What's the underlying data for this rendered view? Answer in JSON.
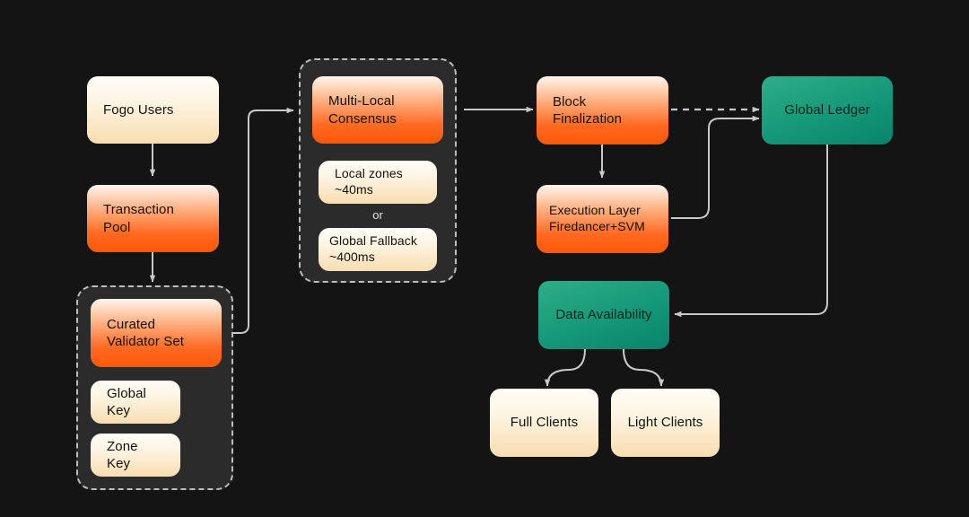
{
  "diagram": {
    "title": "Fogo architecture flow",
    "background": "#141414",
    "colors": {
      "cream": "#fdf3e0",
      "orange": "#ff5708",
      "green": "#16997a",
      "edge": "#c9c9c9",
      "group_fill": "#2b2b2b",
      "group_border": "#bdbdbd",
      "node_text": "#14100c"
    }
  },
  "nodes": {
    "fogo_users": "Fogo Users",
    "transaction_pool": "Transaction\nPool",
    "curated_validator_set": "Curated\nValidator Set",
    "global_key": "Global Key",
    "zone_key": "Zone Key",
    "multi_local_consensus": "Multi-Local\nConsensus",
    "local_zones": "Local zones\n~40ms",
    "or_separator": "or",
    "global_fallback": "Global Fallback\n~400ms",
    "block_finalization": "Block\nFinalization",
    "execution_layer": "Execution Layer\nFiredancer+SVM",
    "global_ledger": "Global Ledger",
    "data_availability": "Data Availability",
    "full_clients": "Full Clients",
    "light_clients": "Light Clients"
  },
  "groups": {
    "validator_group": "validator-set-group",
    "consensus_group": "consensus-group"
  },
  "edges": [
    {
      "name": "fogo-users-to-transaction-pool",
      "from": "Fogo Users",
      "to": "Transaction Pool",
      "style": "solid-arrow"
    },
    {
      "name": "transaction-pool-to-validator-group",
      "from": "Transaction Pool",
      "to": "Curated Validator Set",
      "style": "solid-arrow"
    },
    {
      "name": "validator-set-to-multi-local-consensus",
      "from": "Curated Validator Set",
      "to": "Multi-Local Consensus",
      "style": "solid-arrow"
    },
    {
      "name": "consensus-to-block-finalization",
      "from": "Multi-Local Consensus",
      "to": "Block Finalization",
      "style": "solid-arrow"
    },
    {
      "name": "block-finalization-to-global-ledger",
      "from": "Block Finalization",
      "to": "Global Ledger",
      "style": "dashed-arrow"
    },
    {
      "name": "block-finalization-to-execution-layer",
      "from": "Block Finalization",
      "to": "Execution Layer Firedancer+SVM",
      "style": "solid-arrow"
    },
    {
      "name": "execution-layer-to-global-ledger",
      "from": "Execution Layer Firedancer+SVM",
      "to": "Global Ledger",
      "style": "solid-arrow"
    },
    {
      "name": "global-ledger-to-data-availability",
      "from": "Global Ledger",
      "to": "Data Availability",
      "style": "solid-arrow"
    },
    {
      "name": "data-availability-to-full-clients",
      "from": "Data Availability",
      "to": "Full Clients",
      "style": "solid-arrow"
    },
    {
      "name": "data-availability-to-light-clients",
      "from": "Data Availability",
      "to": "Light Clients",
      "style": "solid-arrow"
    }
  ]
}
